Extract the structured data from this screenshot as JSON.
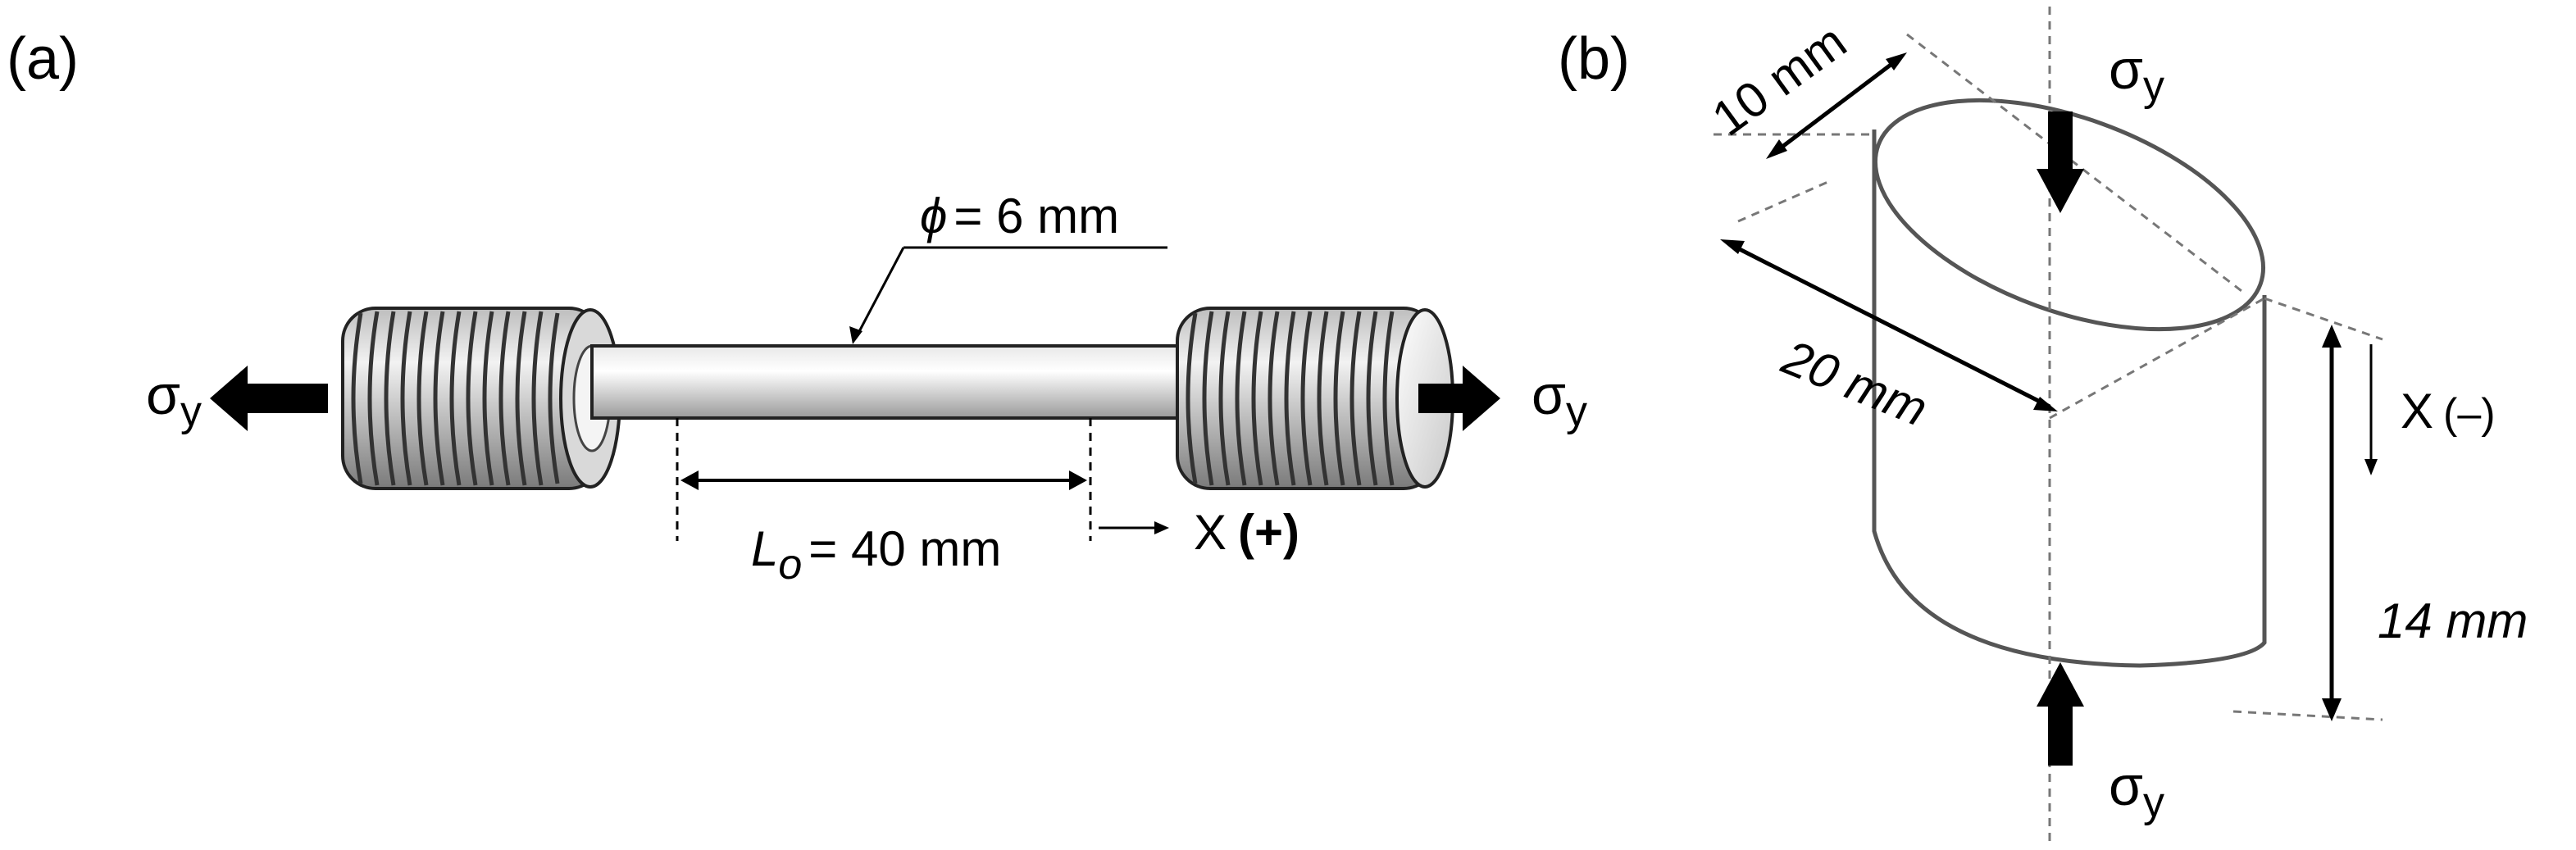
{
  "panel_a": {
    "label": "(a)",
    "diameter_symbol": "ϕ",
    "diameter_text": "= 6 mm",
    "gauge_symbol": "L",
    "gauge_subscript": "o",
    "gauge_text": "= 40 mm",
    "stress_symbol": "σ",
    "stress_subscript": "y",
    "axis_label": "X",
    "axis_sign": "(+)"
  },
  "panel_b": {
    "label": "(b)",
    "width_dim": "10 mm",
    "length_dim": "20 mm",
    "height_dim": "14 mm",
    "stress_symbol": "σ",
    "stress_subscript": "y",
    "axis_label": "X",
    "axis_sign": "(–)"
  }
}
